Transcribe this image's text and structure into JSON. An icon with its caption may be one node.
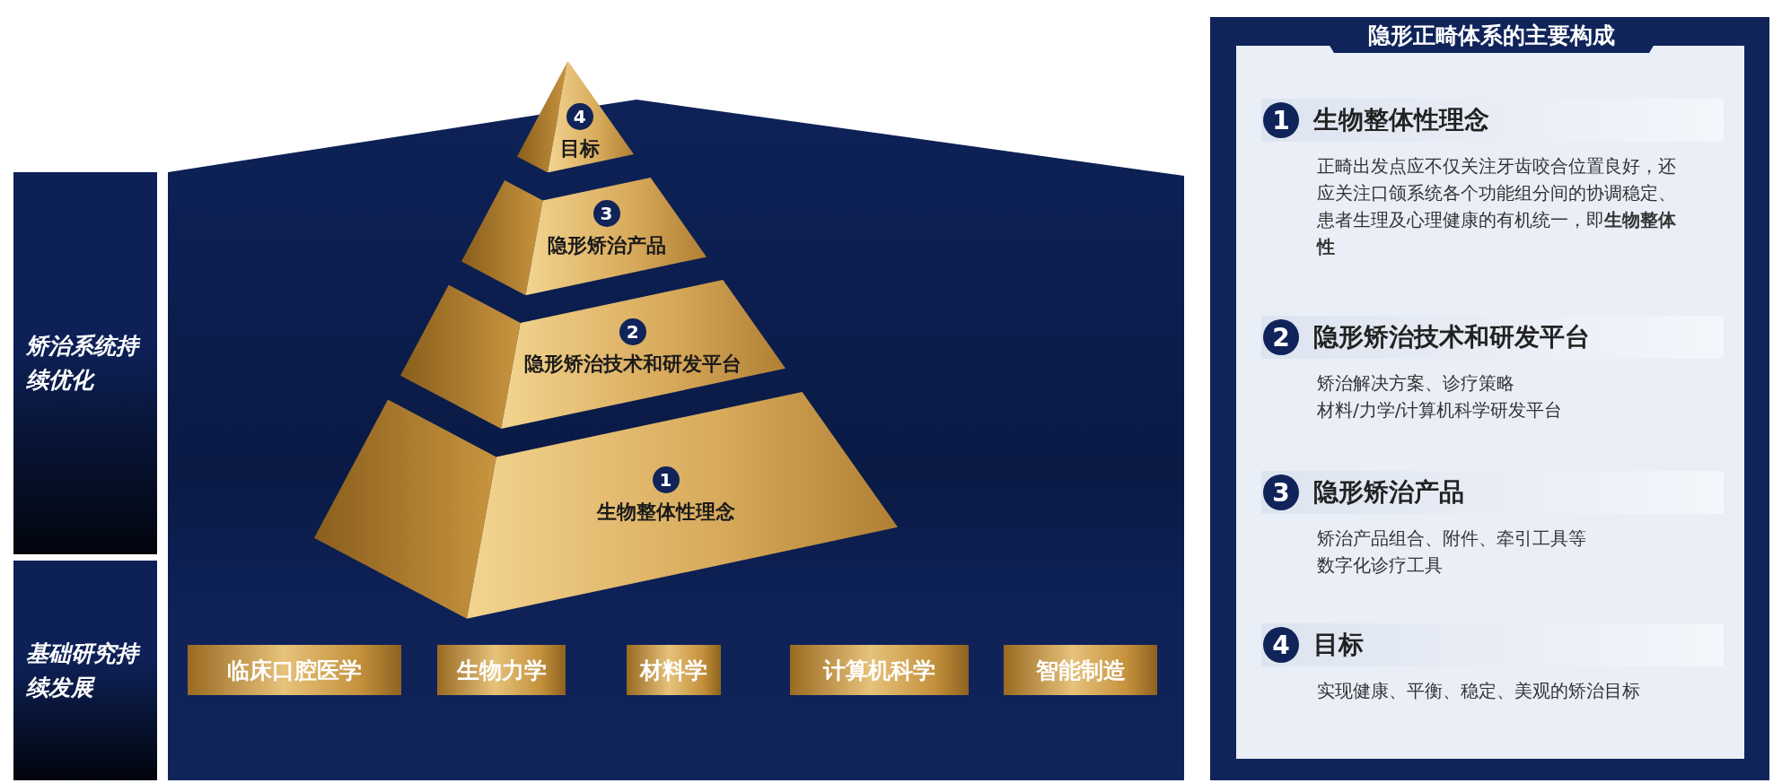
{
  "diagram": {
    "title": "隐形正畸体系的主要构成",
    "nodes": [
      {
        "text": [
          "矫治系统持续优化"
        ]
      },
      {
        "text": [
          "基础研究持续发展"
        ]
      },
      {
        "text": [
          "4",
          "目标"
        ]
      },
      {
        "text": [
          "3",
          "隐形矫治产品"
        ]
      },
      {
        "text": [
          "2",
          "隐形矫治技术和研发平台"
        ]
      },
      {
        "text": [
          "1",
          "生物整体性理念"
        ]
      },
      {
        "text": [
          "临床口腔医学"
        ]
      },
      {
        "text": [
          "生物力学"
        ]
      },
      {
        "text": [
          "材料学"
        ]
      },
      {
        "text": [
          "计算机科学"
        ]
      },
      {
        "text": [
          "智能制造"
        ]
      },
      {
        "text": [
          "1",
          "生物整体性理念",
          "正畸出发点应不仅关注牙齿咬合位置良好，还应关注口颌系统各个功能组分间的协调稳定、患者生理及心理健康的有机统一，即**生物整体性**"
        ]
      },
      {
        "text": [
          "2",
          "隐形矫治技术和研发平台",
          "矫治解决方案、诊疗策略",
          "材料/力学/计算机科学研发平台"
        ]
      },
      {
        "text": [
          "3",
          "隐形矫治产品",
          "矫治产品组合、附件、牵引工具等",
          "数字化诊疗工具"
        ]
      },
      {
        "text": [
          "4",
          "目标",
          "实现健康、平衡、稳定、美观的矫治目标"
        ]
      }
    ]
  }
}
